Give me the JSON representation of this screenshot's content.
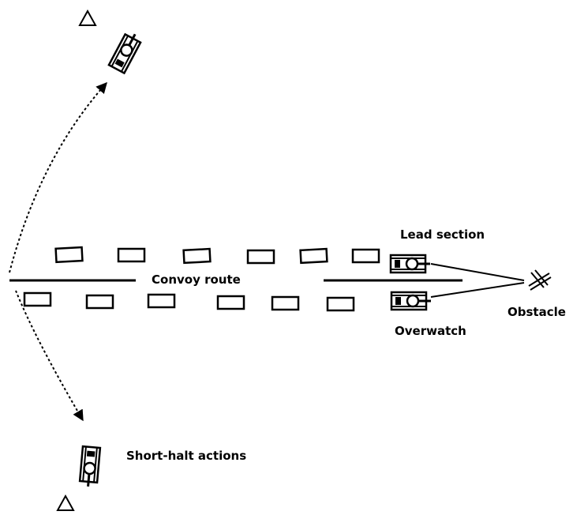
{
  "labels": {
    "lead_section": "Lead section",
    "convoy_route": "Convoy route",
    "obstacle": "Obstacle",
    "overwatch": "Overwatch",
    "short_halt": "Short-halt actions"
  },
  "colors": {
    "ink": "#000000",
    "background": "#ffffff"
  },
  "symbols": {
    "vehicle": "vehicle-rectangle",
    "tank": "tank-icon",
    "observation_post": "triangle-icon",
    "obstacle": "obstacle-icon"
  }
}
